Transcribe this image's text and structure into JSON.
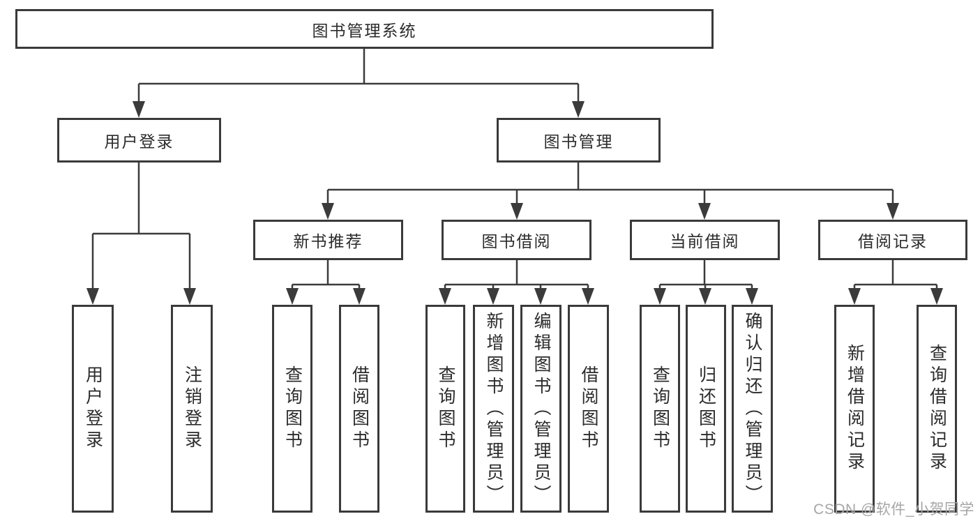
{
  "diagram": {
    "root_label": "图书管理系统",
    "level2": {
      "user_login": "用户登录",
      "book_management": "图书管理"
    },
    "level3": {
      "new_book_recommend": "新书推荐",
      "book_borrow": "图书借阅",
      "current_borrow": "当前借阅",
      "borrow_records": "借阅记录"
    },
    "leaves": {
      "user_login": "用户登录",
      "logout": "注销登录",
      "rec_query_books": "查询图书",
      "rec_borrow_books": "借阅图书",
      "bb_query_books": "查询图书",
      "bb_add_books_admin": "新增图书（管理员）",
      "bb_edit_books_admin": "编辑图书（管理员）",
      "bb_borrow_books": "借阅图书",
      "cur_query_books": "查询图书",
      "cur_return_books": "归还图书",
      "cur_confirm_return_admin": "确认归还（管理员）",
      "hist_add_record": "新增借阅记录",
      "hist_query_record": "查询借阅记录"
    },
    "colors": {
      "line": "#3b3b3b",
      "border": "#3a3a3a",
      "text": "#2b2b2b",
      "watermark": "#a6a6a6",
      "background": "#ffffff"
    }
  },
  "watermark_text": "CSDN @软件_小贺同学"
}
